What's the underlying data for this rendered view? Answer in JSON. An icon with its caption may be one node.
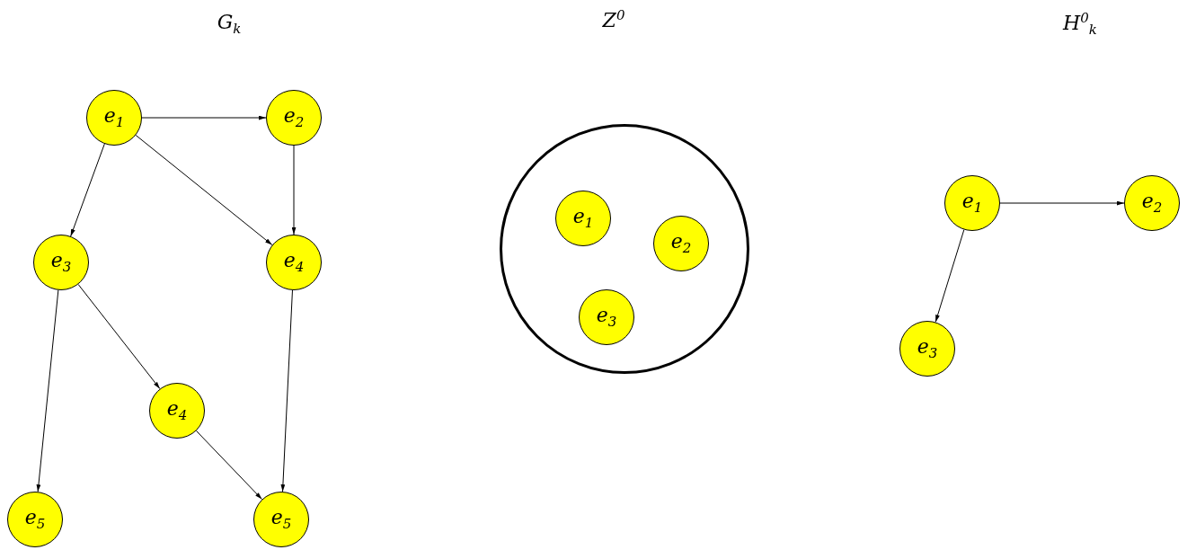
{
  "diagram": {
    "nodes": [
      {
        "text": [
          "e$_{1}$"
        ]
      },
      {
        "text": [
          "e$_{2}$"
        ]
      },
      {
        "text": [
          "e$_{3}$"
        ]
      },
      {
        "text": [
          "e$_{4}$"
        ]
      },
      {
        "text": [
          "e$_{4}$"
        ]
      },
      {
        "text": [
          "e$_{5}$"
        ]
      },
      {
        "text": [
          "e$_{5}$"
        ]
      },
      {
        "text": [],
        "shape": "circle"
      },
      {
        "text": [
          "e$_{1}$"
        ],
        "in": 7
      },
      {
        "text": [
          "e$_{2}$"
        ],
        "in": 7
      },
      {
        "text": [
          "e$_{3}$"
        ],
        "in": 7
      },
      {
        "text": [
          "e$_{1}$"
        ]
      },
      {
        "text": [
          "e$_{2}$"
        ]
      },
      {
        "text": [
          "e$_{3}$"
        ]
      }
    ],
    "edges": [
      {
        "from": 0,
        "to": 1,
        "arrow": "to"
      },
      {
        "from": 0,
        "to": 2,
        "arrow": "to"
      },
      {
        "from": 0,
        "to": 3,
        "arrow": "to"
      },
      {
        "from": 1,
        "to": 3,
        "arrow": "to"
      },
      {
        "from": 2,
        "to": 5,
        "arrow": "to"
      },
      {
        "from": 2,
        "to": 4,
        "arrow": "to"
      },
      {
        "from": 3,
        "to": 6,
        "arrow": "to"
      },
      {
        "from": 4,
        "to": 6,
        "arrow": "to"
      },
      {
        "from": 11,
        "to": 12,
        "arrow": "to"
      },
      {
        "from": 11,
        "to": 13,
        "arrow": "to"
      }
    ],
    "labels": [
      "G$_{k}$",
      "Z$^{0}$",
      "H$^{0}$$_{k}$"
    ]
  }
}
